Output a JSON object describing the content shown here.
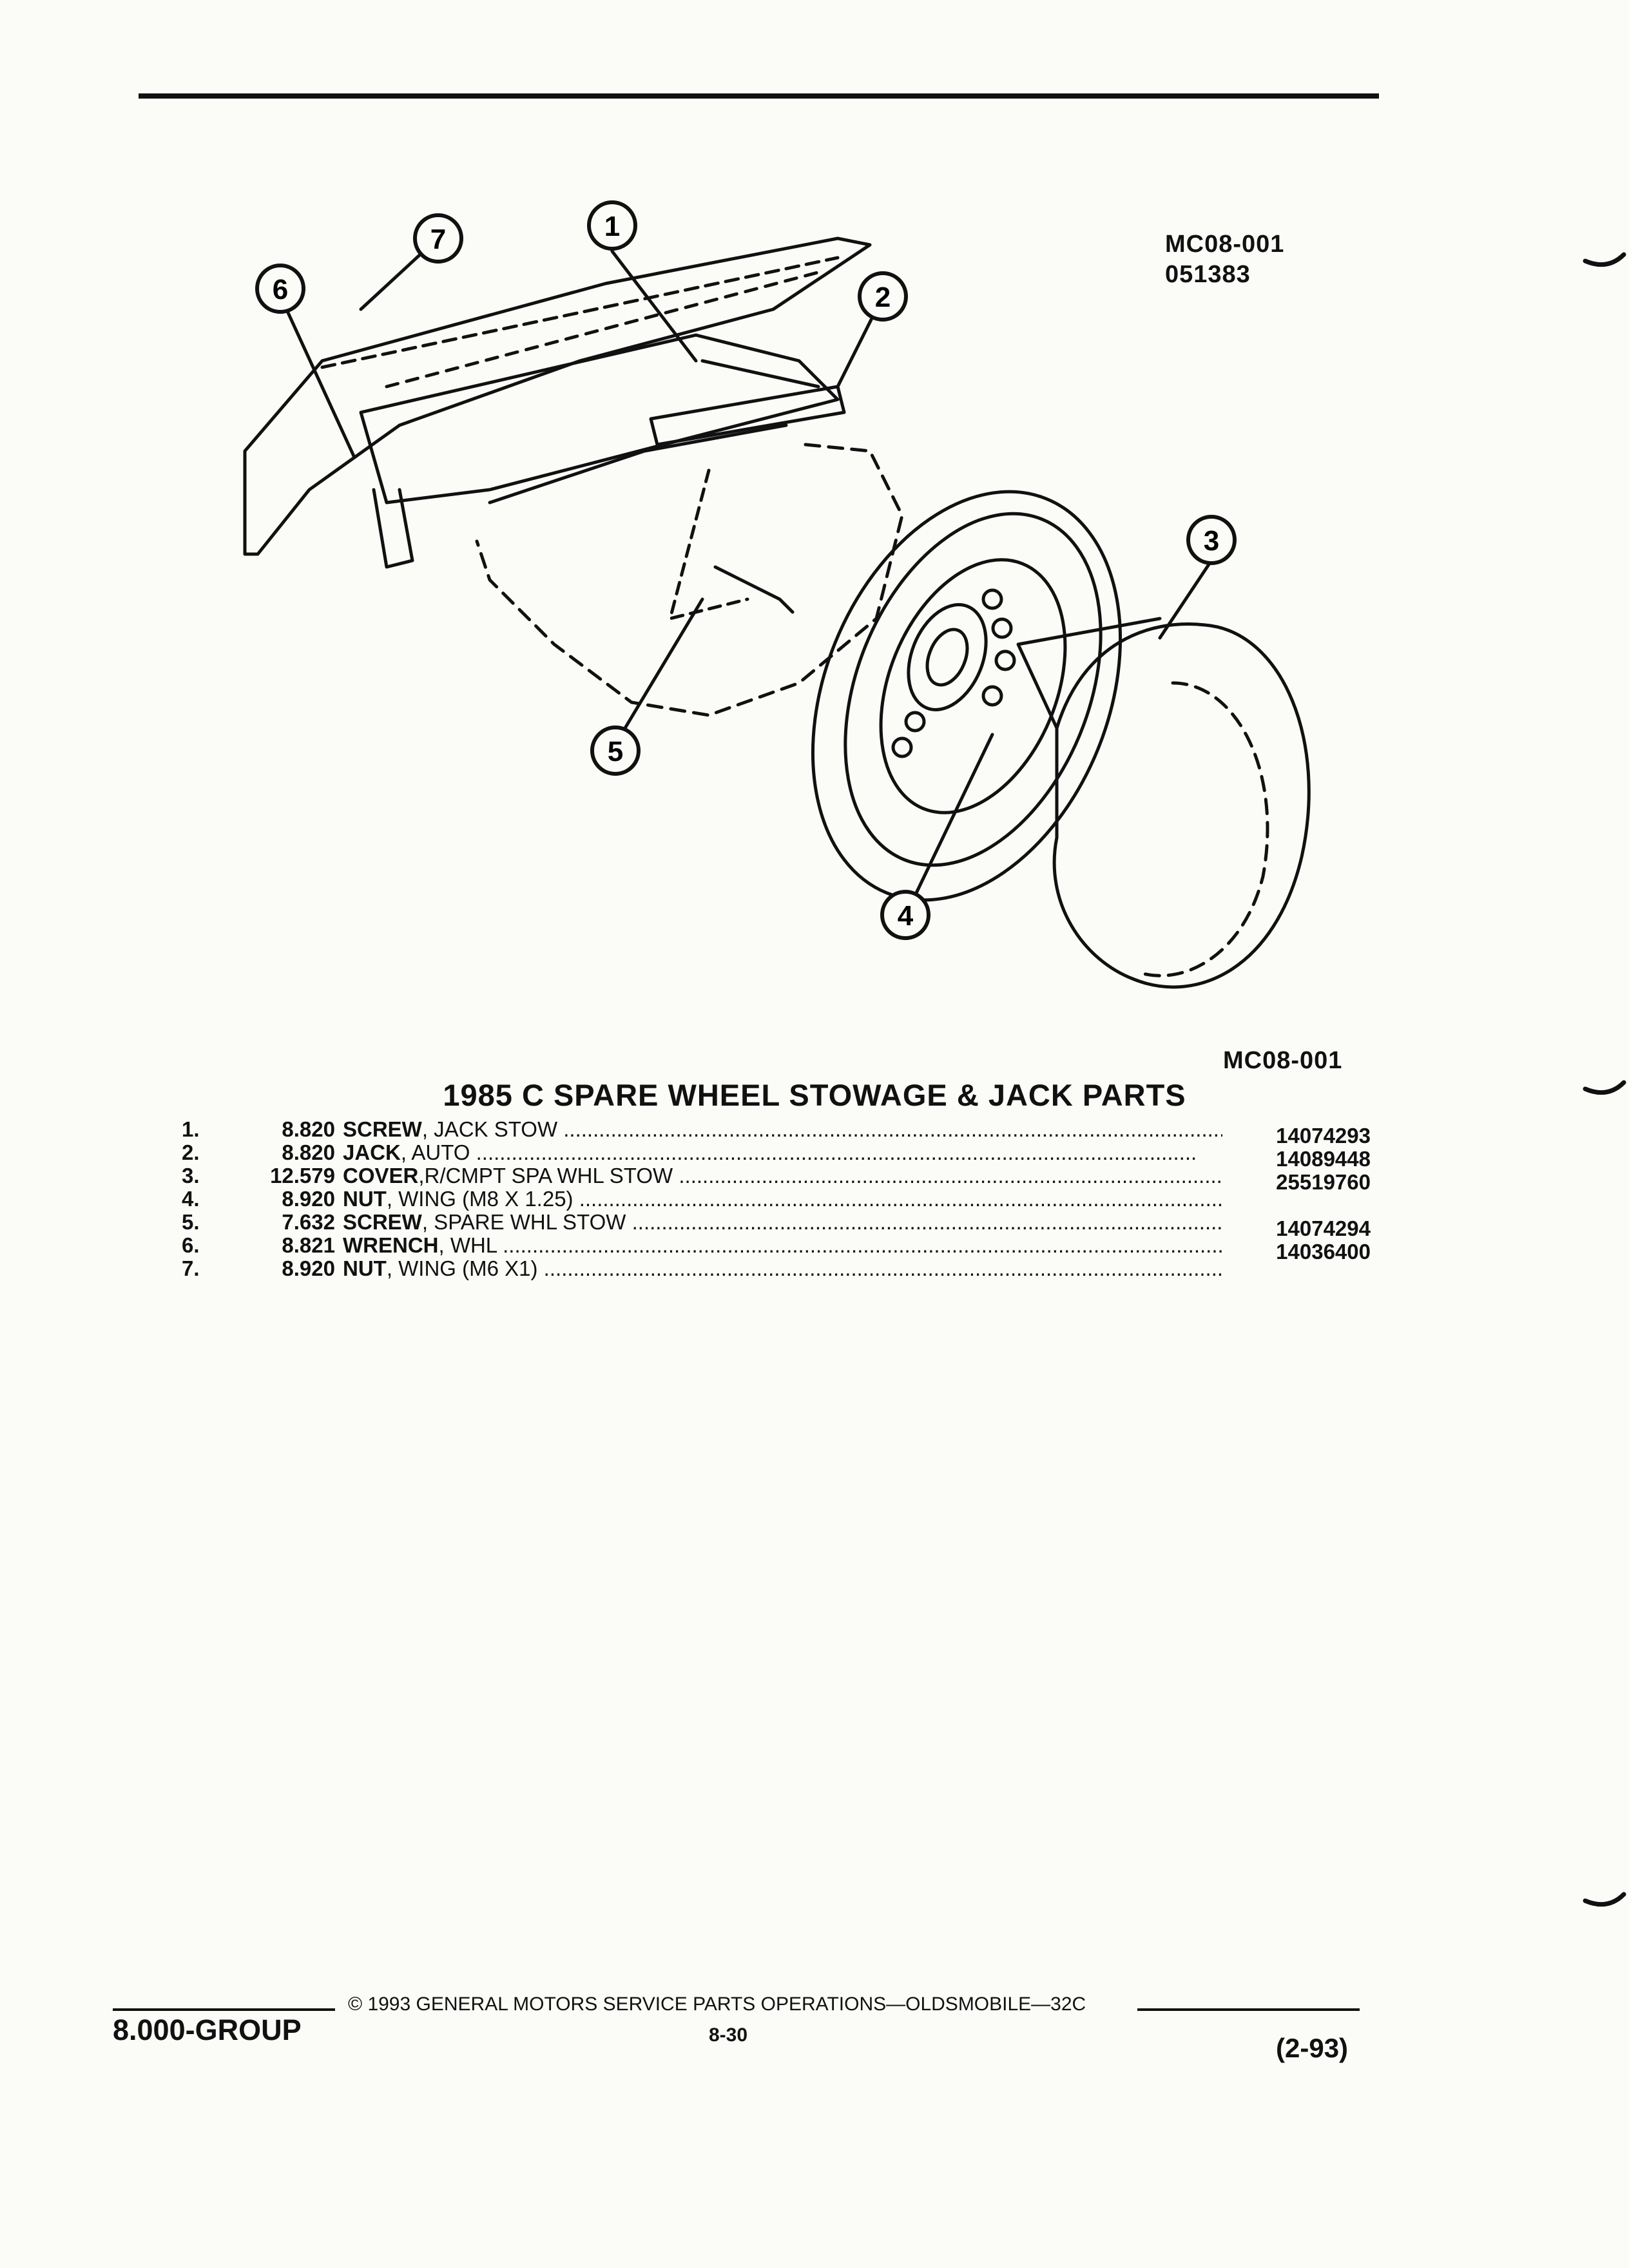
{
  "figure": {
    "ref_code_top": "MC08-001",
    "ref_date": "051383",
    "ref_code_bottom": "MC08-001",
    "callouts": [
      "1",
      "2",
      "3",
      "4",
      "5",
      "6",
      "7"
    ]
  },
  "title": "1985 C SPARE WHEEL STOWAGE & JACK PARTS",
  "parts": [
    {
      "num": "1.",
      "code": "8.820",
      "name": "SCREW",
      "detail": ", JACK STOW",
      "part_no": "14074293"
    },
    {
      "num": "2.",
      "code": "8.820",
      "name": "JACK",
      "detail": ", AUTO",
      "part_no": "14089448"
    },
    {
      "num": "3.",
      "code": "12.579",
      "name": "COVER",
      "detail": ",R/CMPT SPA WHL STOW",
      "part_no": "25519760"
    },
    {
      "num": "4.",
      "code": "8.920",
      "name": "NUT",
      "detail": ", WING (M8 X 1.25)",
      "part_no": ""
    },
    {
      "num": "5.",
      "code": "7.632",
      "name": "SCREW",
      "detail": ", SPARE WHL STOW",
      "part_no": "14074294"
    },
    {
      "num": "6.",
      "code": "8.821",
      "name": "WRENCH",
      "detail": ", WHL",
      "part_no": "14036400"
    },
    {
      "num": "7.",
      "code": "8.920",
      "name": "NUT",
      "detail": ", WING (M6 X1)",
      "part_no": ""
    }
  ],
  "footer": {
    "group": "8.000-GROUP",
    "copyright": "© 1993 GENERAL MOTORS SERVICE PARTS OPERATIONS—OLDSMOBILE—32C",
    "page": "8-30",
    "revision": "(2-93)"
  }
}
